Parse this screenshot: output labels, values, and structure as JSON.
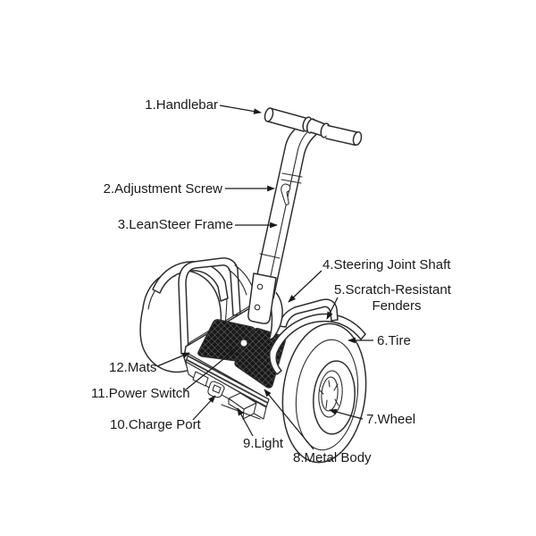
{
  "colors": {
    "background": "#ffffff",
    "line": "#2e2e2e",
    "text": "#1a1a1a",
    "mat_fill": "#181818",
    "mat_hatch": "#8a8a8a",
    "band_stripe": "#2a2a2a"
  },
  "diagram": {
    "subject": "Self-balancing scooter parts diagram",
    "labels": [
      {
        "id": "handlebar",
        "text": "1.Handlebar"
      },
      {
        "id": "adjustment-screw",
        "text": "2.Adjustment Screw"
      },
      {
        "id": "leansteer-frame",
        "text": "3.LeanSteer Frame"
      },
      {
        "id": "steering-joint-shaft",
        "text": "4.Steering Joint Shaft"
      },
      {
        "id": "scratch-resistant-fenders",
        "text": "5.Scratch-Resistant",
        "text2": "Fenders"
      },
      {
        "id": "tire",
        "text": "6.Tire"
      },
      {
        "id": "wheel",
        "text": "7.Wheel"
      },
      {
        "id": "metal-body",
        "text": "8.Metal Body"
      },
      {
        "id": "light",
        "text": "9.Light"
      },
      {
        "id": "charge-port",
        "text": "10.Charge Port"
      },
      {
        "id": "power-switch",
        "text": "11.Power Switch"
      },
      {
        "id": "mats",
        "text": "12.Mats"
      }
    ]
  }
}
